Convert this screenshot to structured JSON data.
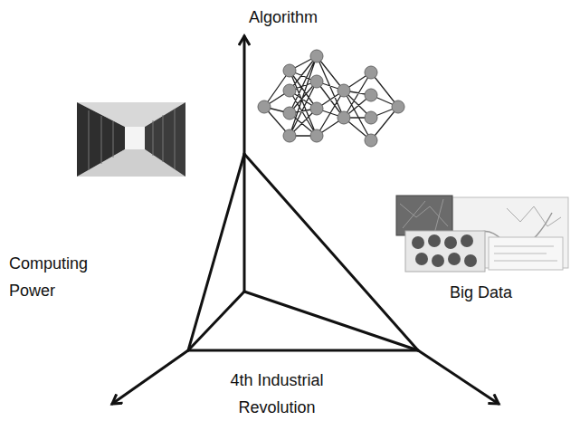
{
  "diagram": {
    "labels": [
      "Algorithm",
      "Computing Power",
      "Big Data",
      "4th Industrial Revolution"
    ]
  }
}
